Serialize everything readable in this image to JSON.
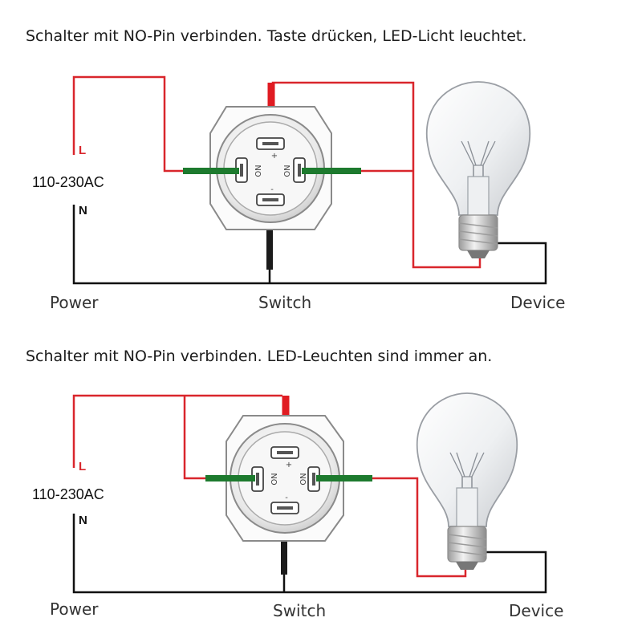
{
  "diagrams": [
    {
      "caption": "Schalter mit NO-Pin verbinden. Taste drücken, LED-Licht leuchtet.",
      "live_label": "L",
      "neutral_label": "N",
      "voltage_label": "110-230AC",
      "power_label": "Power",
      "switch_label": "Switch",
      "device_label": "Device",
      "pin_label_left": "NO",
      "pin_label_right": "NO",
      "pin_plus": "+",
      "pin_minus": "-"
    },
    {
      "caption": "Schalter mit NO-Pin verbinden. LED-Leuchten sind immer an.",
      "live_label": "L",
      "neutral_label": "N",
      "voltage_label": "110-230AC",
      "power_label": "Power",
      "switch_label": "Switch",
      "device_label": "Device",
      "pin_label_left": "NO",
      "pin_label_right": "NO",
      "pin_plus": "+",
      "pin_minus": "-"
    }
  ],
  "colors": {
    "live_wire": "#d9262c",
    "neutral_wire": "#111111",
    "pin_wire": "#1d7a2e",
    "switch_body": "#8a8a8a"
  }
}
